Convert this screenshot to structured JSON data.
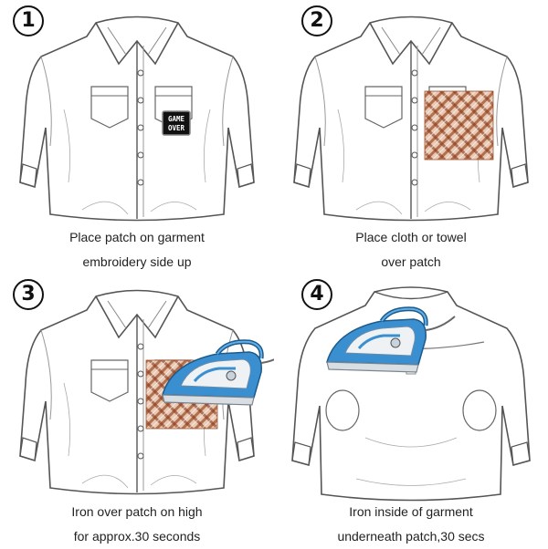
{
  "steps": [
    {
      "number": "1",
      "caption": [
        "Place patch on garment",
        "embroidery side up"
      ],
      "patch_text": [
        "GAME",
        "OVER"
      ]
    },
    {
      "number": "2",
      "caption": [
        "Place cloth or towel",
        "over patch"
      ]
    },
    {
      "number": "3",
      "caption": [
        "Iron over patch on high",
        "for approx.30 seconds"
      ]
    },
    {
      "number": "4",
      "caption": [
        "Iron inside of garment",
        "underneath patch,30 secs"
      ]
    }
  ],
  "colors": {
    "line": "#555555",
    "cloth": "#a0522d",
    "iron_blue": "#3a8fd0",
    "iron_white": "#eef2f5"
  }
}
